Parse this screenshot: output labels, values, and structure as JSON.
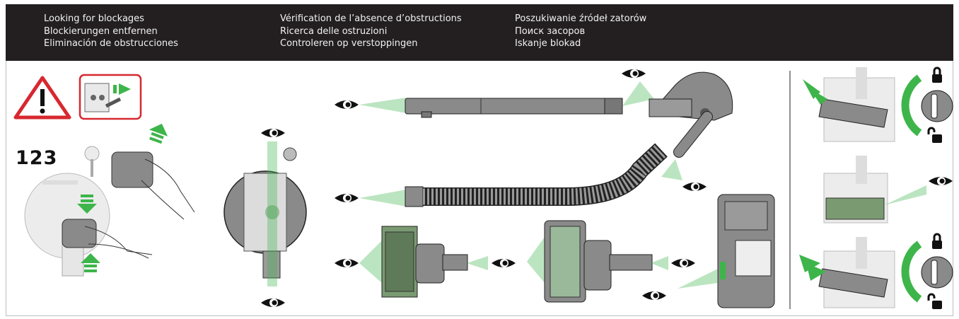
{
  "header": {
    "columns": [
      [
        "Looking for blockages",
        "Blockierungen entfernen",
        "Eliminación de obstrucciones"
      ],
      [
        "Vérification de l’absence d’obstructions",
        "Ricerca delle ostruzioni",
        "Controleren op verstoppingen"
      ],
      [
        "Poszukiwanie źródeł zatorów",
        "Поиск засоров",
        "Iskanje blokad"
      ]
    ]
  },
  "steps_label": "123",
  "icons": [
    "warning-icon",
    "unplug-icon",
    "eye-icon",
    "lock-icon",
    "unlock-icon",
    "rotate-arrow-icon",
    "arrow-icon"
  ],
  "colors": {
    "header_bg": "#231f20",
    "accent_green": "#3db54a",
    "warning_red": "#d7282f",
    "part_grey": "#8a8a8a"
  }
}
